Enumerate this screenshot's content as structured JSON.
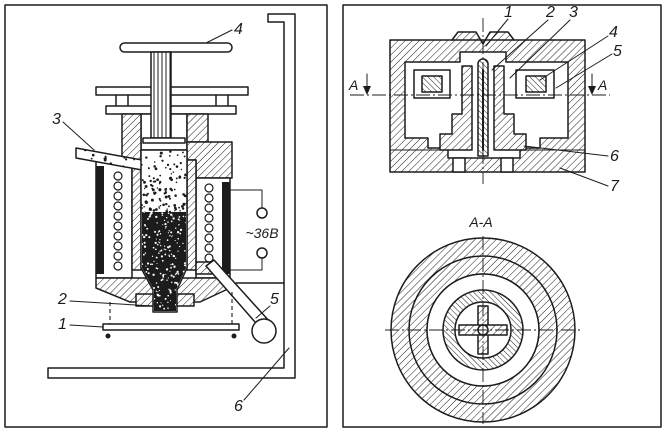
{
  "colors": {
    "ink": "#1c1c1c",
    "paper": "#ffffff"
  },
  "left_panel": {
    "callouts": [
      "4",
      "3",
      "2",
      "1",
      "5",
      "6"
    ],
    "voltage_label": "~36В"
  },
  "right_panel": {
    "callouts": [
      "1",
      "2",
      "3",
      "4",
      "5",
      "6",
      "7"
    ],
    "section_marker_left": "A",
    "section_marker_right": "A",
    "section_title": "A-A"
  }
}
